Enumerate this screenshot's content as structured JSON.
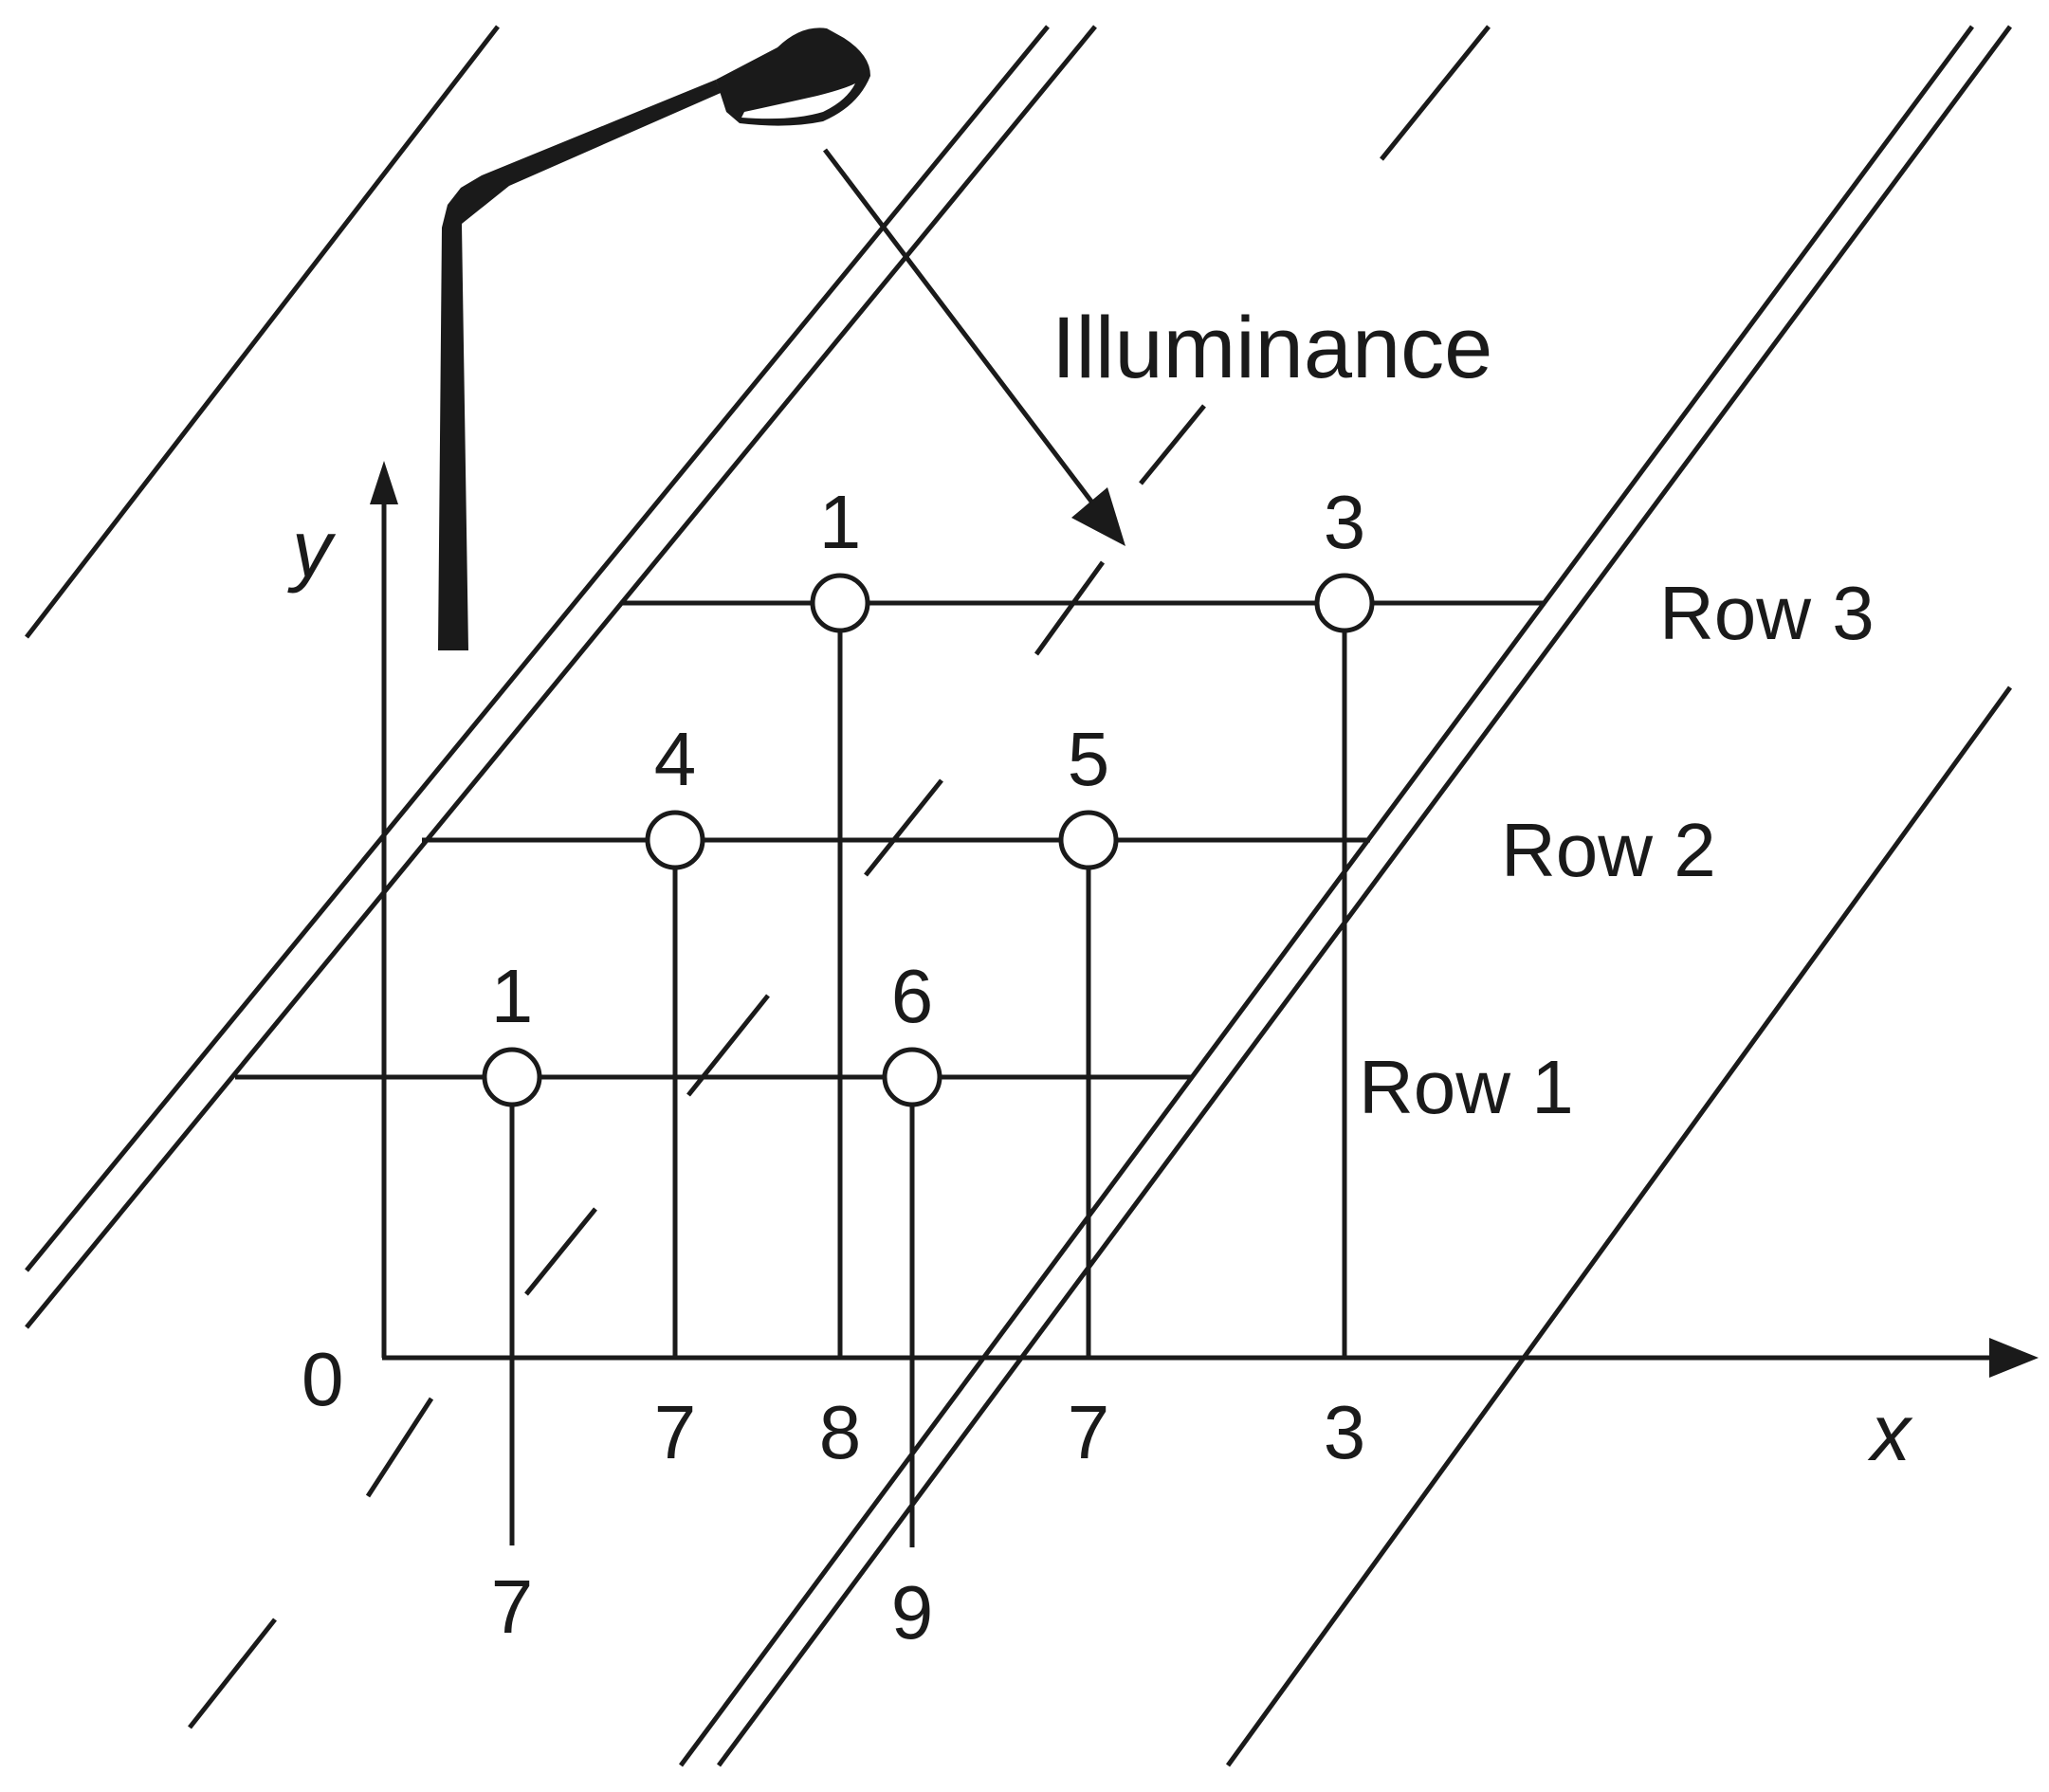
{
  "annotation": "Illuminance",
  "axes": {
    "x_label": "x",
    "y_label": "y",
    "origin": "0"
  },
  "rows": [
    {
      "label": "Row 1",
      "points": [
        {
          "value": "1",
          "x_reading": "7"
        },
        {
          "value": "6",
          "x_reading": "9"
        }
      ]
    },
    {
      "label": "Row 2",
      "points": [
        {
          "value": "4",
          "x_reading": "7"
        },
        {
          "value": "5",
          "x_reading": "7"
        }
      ]
    },
    {
      "label": "Row 3",
      "points": [
        {
          "value": "1",
          "x_reading": "8"
        },
        {
          "value": "3",
          "x_reading": "3"
        }
      ]
    }
  ],
  "icons": [
    "street-lamp-icon"
  ]
}
